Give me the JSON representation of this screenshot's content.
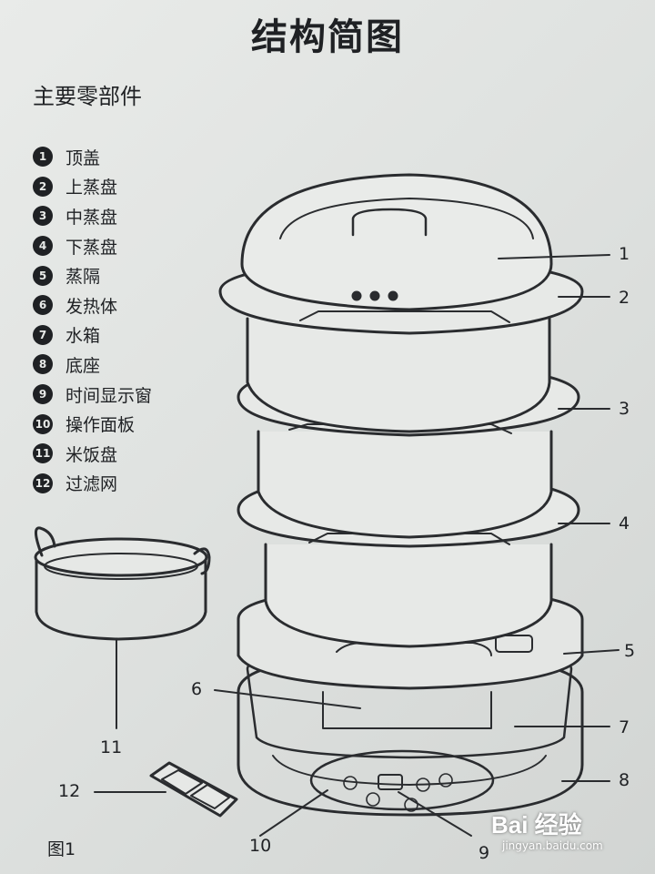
{
  "title": "结构简图",
  "subtitle": "主要零部件",
  "parts": [
    {
      "num": "1",
      "name": "顶盖"
    },
    {
      "num": "2",
      "name": "上蒸盘"
    },
    {
      "num": "3",
      "name": "中蒸盘"
    },
    {
      "num": "4",
      "name": "下蒸盘"
    },
    {
      "num": "5",
      "name": "蒸隔"
    },
    {
      "num": "6",
      "name": "发热体"
    },
    {
      "num": "7",
      "name": "水箱"
    },
    {
      "num": "8",
      "name": "底座"
    },
    {
      "num": "9",
      "name": "时间显示窗"
    },
    {
      "num": "10",
      "name": "操作面板"
    },
    {
      "num": "11",
      "name": "米饭盘"
    },
    {
      "num": "12",
      "name": "过滤网"
    }
  ],
  "callouts": [
    "1",
    "2",
    "3",
    "4",
    "5",
    "6",
    "7",
    "8",
    "9",
    "10",
    "11",
    "12"
  ],
  "figure_label": "图1",
  "watermark": {
    "brand": "Bai 经验",
    "url": "jingyan.baidu.com"
  }
}
